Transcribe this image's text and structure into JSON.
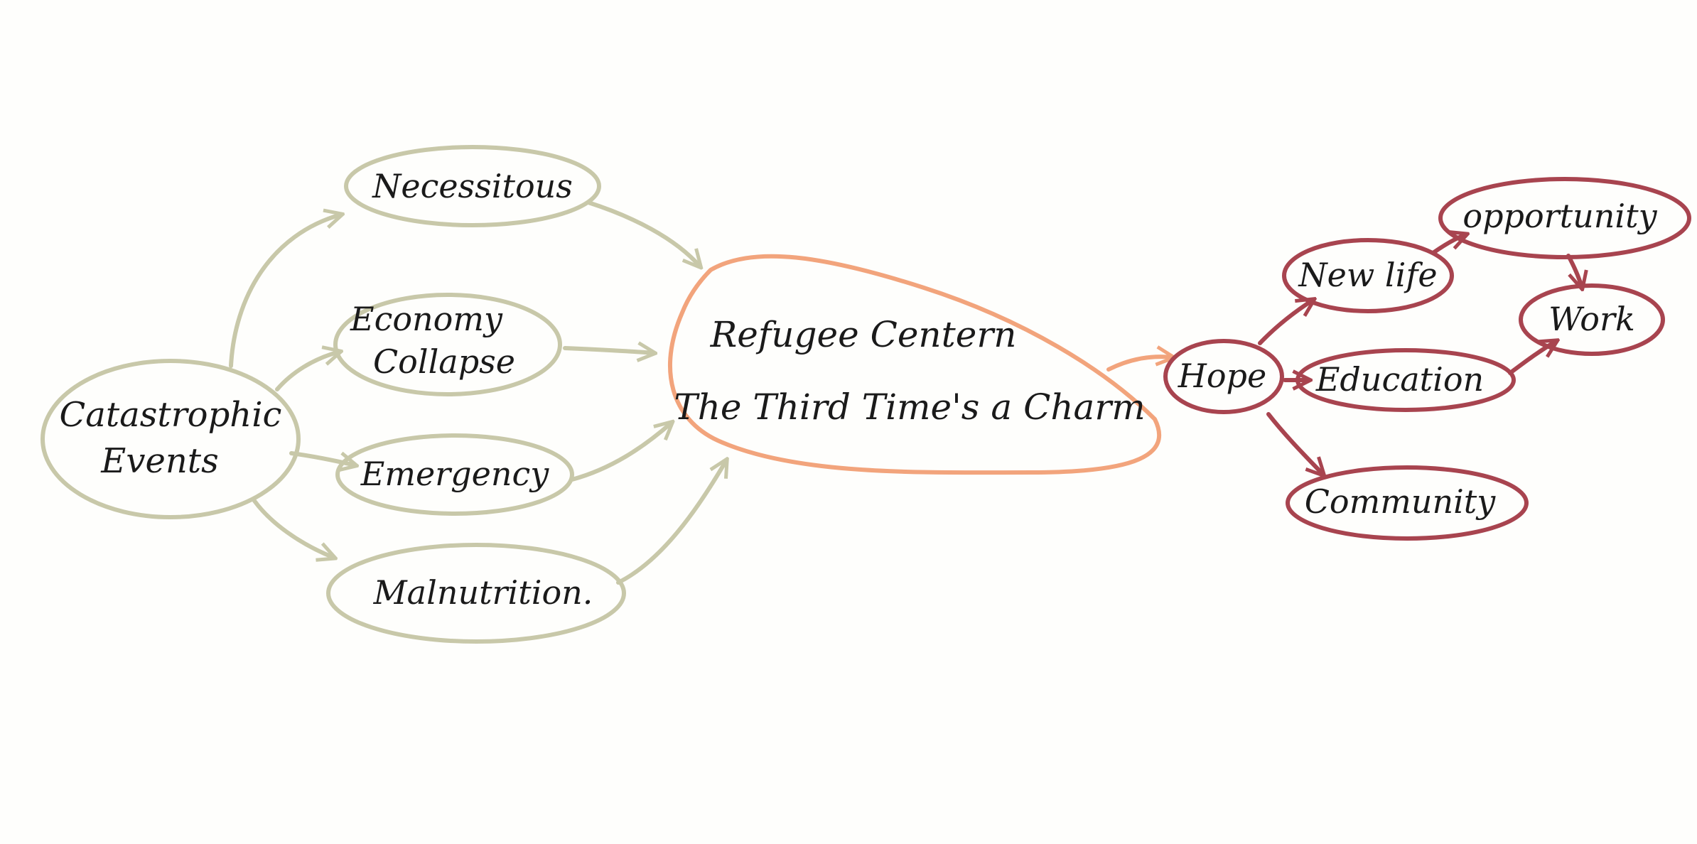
{
  "diagram": {
    "colors": {
      "cause": "#c8c8a9",
      "center": "#f2a47c",
      "outcome": "#a8444f",
      "text": "#1a1a1a",
      "background": "#fefefc"
    },
    "nodes": {
      "catastrophic": {
        "line1": "Catastrophic",
        "line2": "Events"
      },
      "necessitous": {
        "label": "Necessitous"
      },
      "economy": {
        "line1": "Economy",
        "line2": "Collapse"
      },
      "emergency": {
        "label": "Emergency"
      },
      "malnutrition": {
        "label": "Malnutrition."
      },
      "refugee": {
        "line1": "Refugee Centern",
        "line2": "The Third Time's a Charm"
      },
      "hope": {
        "label": "Hope"
      },
      "newlife": {
        "label": "New life"
      },
      "education": {
        "label": "Education"
      },
      "community": {
        "label": "Community"
      },
      "opportunity": {
        "label": "opportunity"
      },
      "work": {
        "label": "Work"
      }
    },
    "edges": [
      {
        "from": "catastrophic",
        "to": "necessitous"
      },
      {
        "from": "catastrophic",
        "to": "economy"
      },
      {
        "from": "catastrophic",
        "to": "emergency"
      },
      {
        "from": "catastrophic",
        "to": "malnutrition"
      },
      {
        "from": "necessitous",
        "to": "refugee"
      },
      {
        "from": "economy",
        "to": "refugee"
      },
      {
        "from": "emergency",
        "to": "refugee"
      },
      {
        "from": "malnutrition",
        "to": "refugee"
      },
      {
        "from": "refugee",
        "to": "hope"
      },
      {
        "from": "hope",
        "to": "newlife"
      },
      {
        "from": "hope",
        "to": "education"
      },
      {
        "from": "hope",
        "to": "community"
      },
      {
        "from": "newlife",
        "to": "opportunity"
      },
      {
        "from": "opportunity",
        "to": "work"
      },
      {
        "from": "education",
        "to": "work"
      }
    ]
  }
}
